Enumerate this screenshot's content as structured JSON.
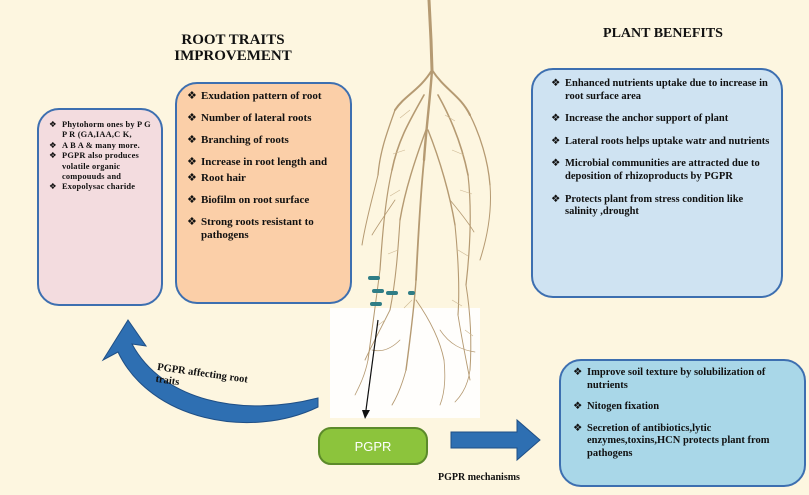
{
  "titles": {
    "root_traits_line1": "ROOT TRAITS",
    "root_traits_line2": "IMPROVEMENT",
    "plant_benefits": "PLANT BENEFITS"
  },
  "pink_box": [
    "Phytohorm ones by P G P R (GA,IAA,C K,",
    "A B A & many more.",
    "PGPR also produces volatile organic compouuds and",
    "Exopolysac charide"
  ],
  "orange_box": [
    "Exudation pattern of root",
    "Number of lateral roots",
    "Branching of roots",
    "Increase in root length and",
    "Root hair",
    "Biofilm on root surface",
    "Strong roots resistant to pathogens"
  ],
  "benefits_box": [
    "Enhanced nutrients uptake due to increase in root surface area",
    "Increase the anchor support of plant",
    "Lateral roots helps uptake watr and nutrients",
    "Microbial communities are attracted due to deposition of rhizoproducts by PGPR",
    "Protects plant from stress condition like salinity ,drought"
  ],
  "mechanisms_box": [
    "Improve soil texture by solubilization of nutrients",
    "Nitogen fixation",
    "Secretion of antibiotics,lytic enzymes,toxins,HCN protects plant from pathogens"
  ],
  "pgpr_button": "PGPR",
  "curved_arrow_label_line1": "PGPR affecting root",
  "curved_arrow_label_line2": "traits",
  "mechanisms_label": "PGPR mechanisms",
  "bullet_symbol": "❖",
  "colors": {
    "background": "#fdf6e0",
    "pink_box": "#f3dcdf",
    "orange_box": "#fbcfa8",
    "benefits_box": "#cfe3f2",
    "mechanisms_box": "#a9d7e8",
    "border_blue": "#3d6fb0",
    "arrow_blue": "#2e6fb2",
    "pgpr_green": "#8cc43c",
    "root_color": "#b59a72",
    "bacteria_teal": "#2f7d86"
  }
}
